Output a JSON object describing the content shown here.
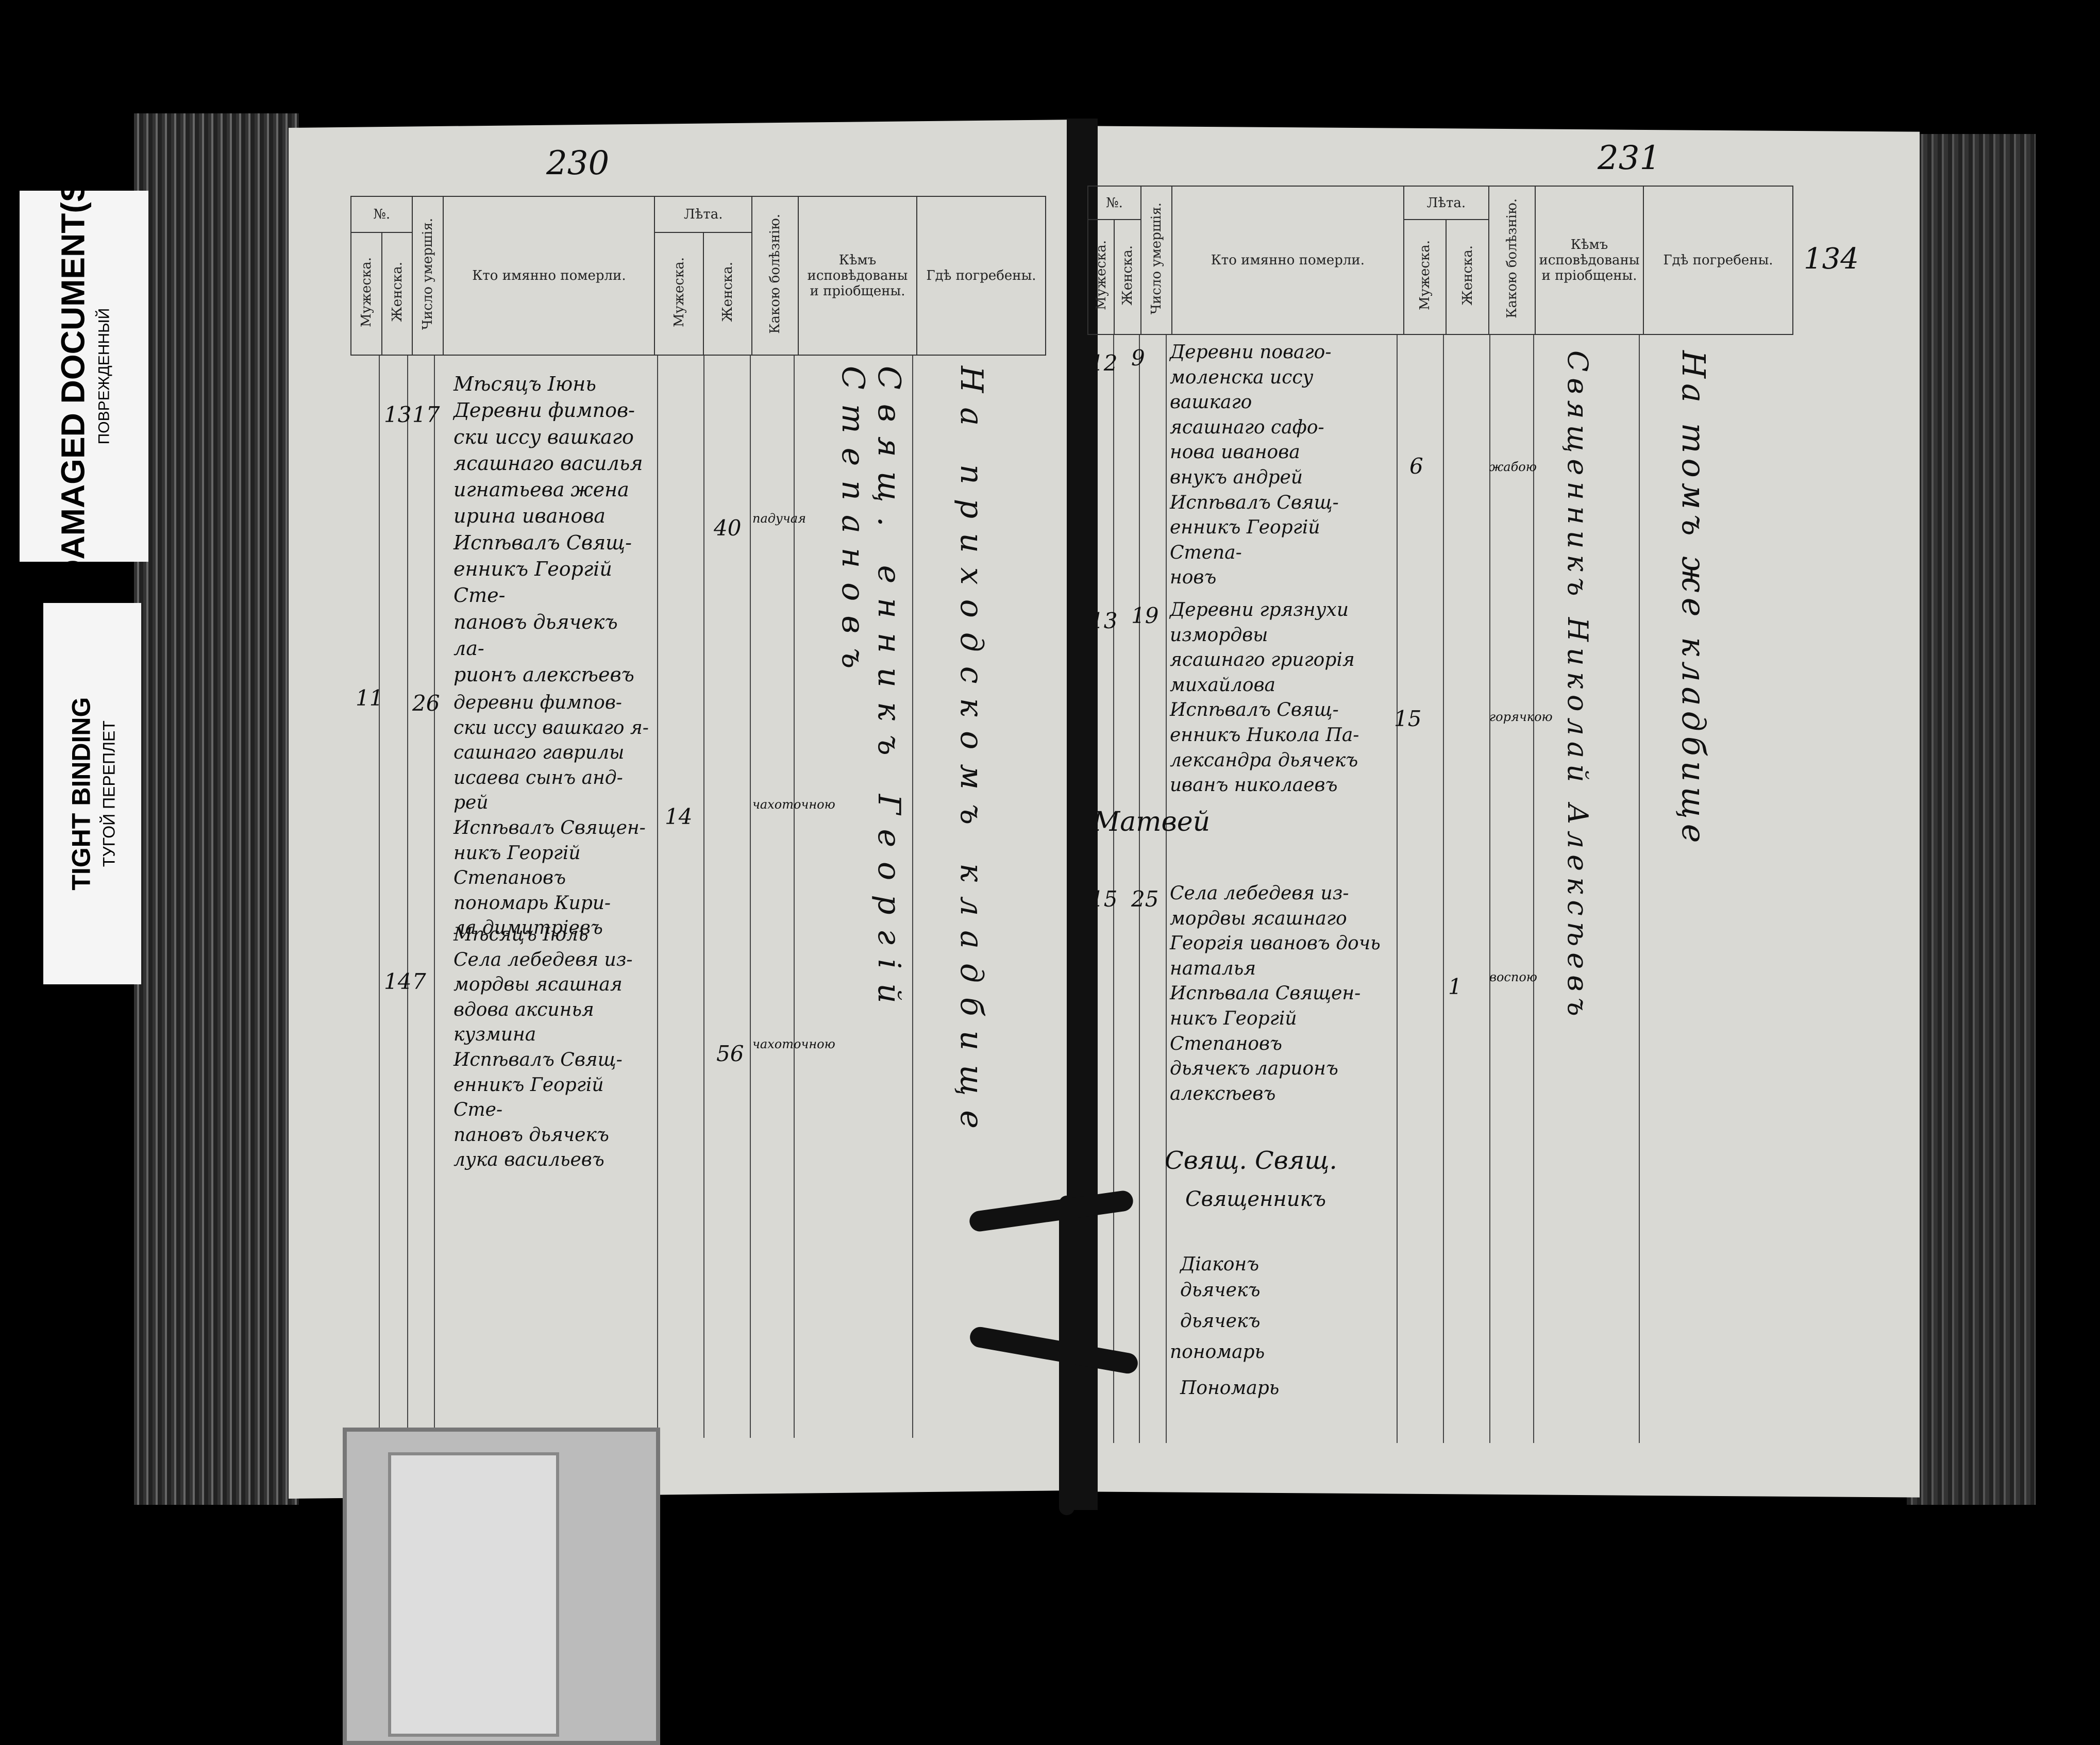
{
  "tabs": {
    "damaged": {
      "line1": "DAMAGED DOCUMENT(S)",
      "line2": "ПОВРЕЖДЕННЫЙ"
    },
    "tight": {
      "line1": "TIGHT BINDING",
      "line2": "ТУГОЙ ПЕРЕПЛЕТ"
    }
  },
  "left_page": {
    "folio": "230",
    "headers": {
      "no": "№.",
      "male": "Мужеска.",
      "female": "Женска.",
      "date": "Число умершія.",
      "who": "Кто имянно померли.",
      "age": "Лѣта.",
      "age_male": "Мужеска.",
      "age_female": "Женска.",
      "illness": "Какою болѣзнію.",
      "confessed": "Кѣмъ исповѣдованы и пріобщены.",
      "buried": "Гдѣ погребены."
    },
    "entries": [
      {
        "male_no": "",
        "female_no": "13",
        "date": "17",
        "text": "Мѣсяцъ Іюнь\nДеревни фимпов-\nски иссу вашкаго\nясашнаго василья\nигнатьева жена\nирина иванова\nИспѣвалъ Свящ-\nенникъ Георгій Сте-\nпановъ дьячекъ ла-\nрионъ алексѣевъ",
        "age_m": "",
        "age_f": "40",
        "illness": "падучая"
      },
      {
        "male_no": "11",
        "female_no": "",
        "date": "26",
        "text": "деревни фимпов-\nски иссу вашкаго я-\nсашнаго гаврилы\nисаева сынъ анд-\nрей\nИспѣвалъ Священ-\nникъ Георгій Степановъ\nпономарь Кири-\nла димитріевъ",
        "age_m": "14",
        "age_f": "",
        "illness": "чахоточною"
      },
      {
        "male_no": "",
        "female_no": "14",
        "date": "7",
        "text": "Мѣсяцъ Іюль\nСела лебедевя из-\nмордвы ясашная\nвдова аксинья\nкузмина\nИспѣвалъ Свящ-\nенникъ Георгій Сте-\nпановъ дьячекъ\nлука васильевъ",
        "age_m": "",
        "age_f": "56",
        "illness": "чахоточною"
      }
    ],
    "confessor_column": "Свящ. енникъ Георгій Степановъ",
    "burial_column": "На приходскомъ кладбище"
  },
  "right_page": {
    "folio": "231",
    "folio_alt": "134",
    "headers": {
      "no": "№.",
      "male": "Мужеска.",
      "female": "Женска.",
      "date": "Число умершія.",
      "who": "Кто имянно померли.",
      "age": "Лѣта.",
      "age_male": "Мужеска.",
      "age_female": "Женска.",
      "illness": "Какою болѣзнію.",
      "confessed": "Кѣмъ исповѣдованы и пріобщены.",
      "buried": "Гдѣ погребены."
    },
    "entries": [
      {
        "male_no": "12",
        "female_no": "",
        "date": "9",
        "text": "Деревни поваго-\nмоленска иссу вашкаго\nясашнаго сафо-\nнова иванова\nвнукъ андрей\nИспѣвалъ Свящ-\nенникъ Георгій Степа-\nновъ",
        "age_m": "6",
        "age_f": "",
        "illness": "жабою"
      },
      {
        "male_no": "13",
        "female_no": "",
        "date": "19",
        "text": "Деревни грязнухи\nизмордвы\nясашнаго григорія\nмихайлова\nИспѣвалъ Свящ-\nенникъ Никола Па-\nлександра дьячекъ\nиванъ николаевъ",
        "age_m": "15",
        "age_f": "",
        "illness": "горячкою"
      },
      {
        "male_no": "15",
        "female_no": "",
        "date": "25",
        "text": "Села лебедевя из-\nмордвы ясашнаго\nГеоргія ивановъ дочь\nнаталья\nИспѣвала Священ-\nникъ Георгій Степановъ\nдьячекъ ларионъ\nалексѣевъ",
        "age_m": "",
        "age_f": "1",
        "illness": "воспою"
      }
    ],
    "confessor_column": "Священникъ Николай Алексѣевъ",
    "burial_column": "На томъ же кладбище",
    "signatures": [
      "Свящ. Свящ.",
      "Священникъ",
      "Діаконъ",
      "дьячекъ",
      "дьячекъ",
      "пономарь",
      "Пономарь"
    ],
    "margin_text": "Матвей"
  }
}
